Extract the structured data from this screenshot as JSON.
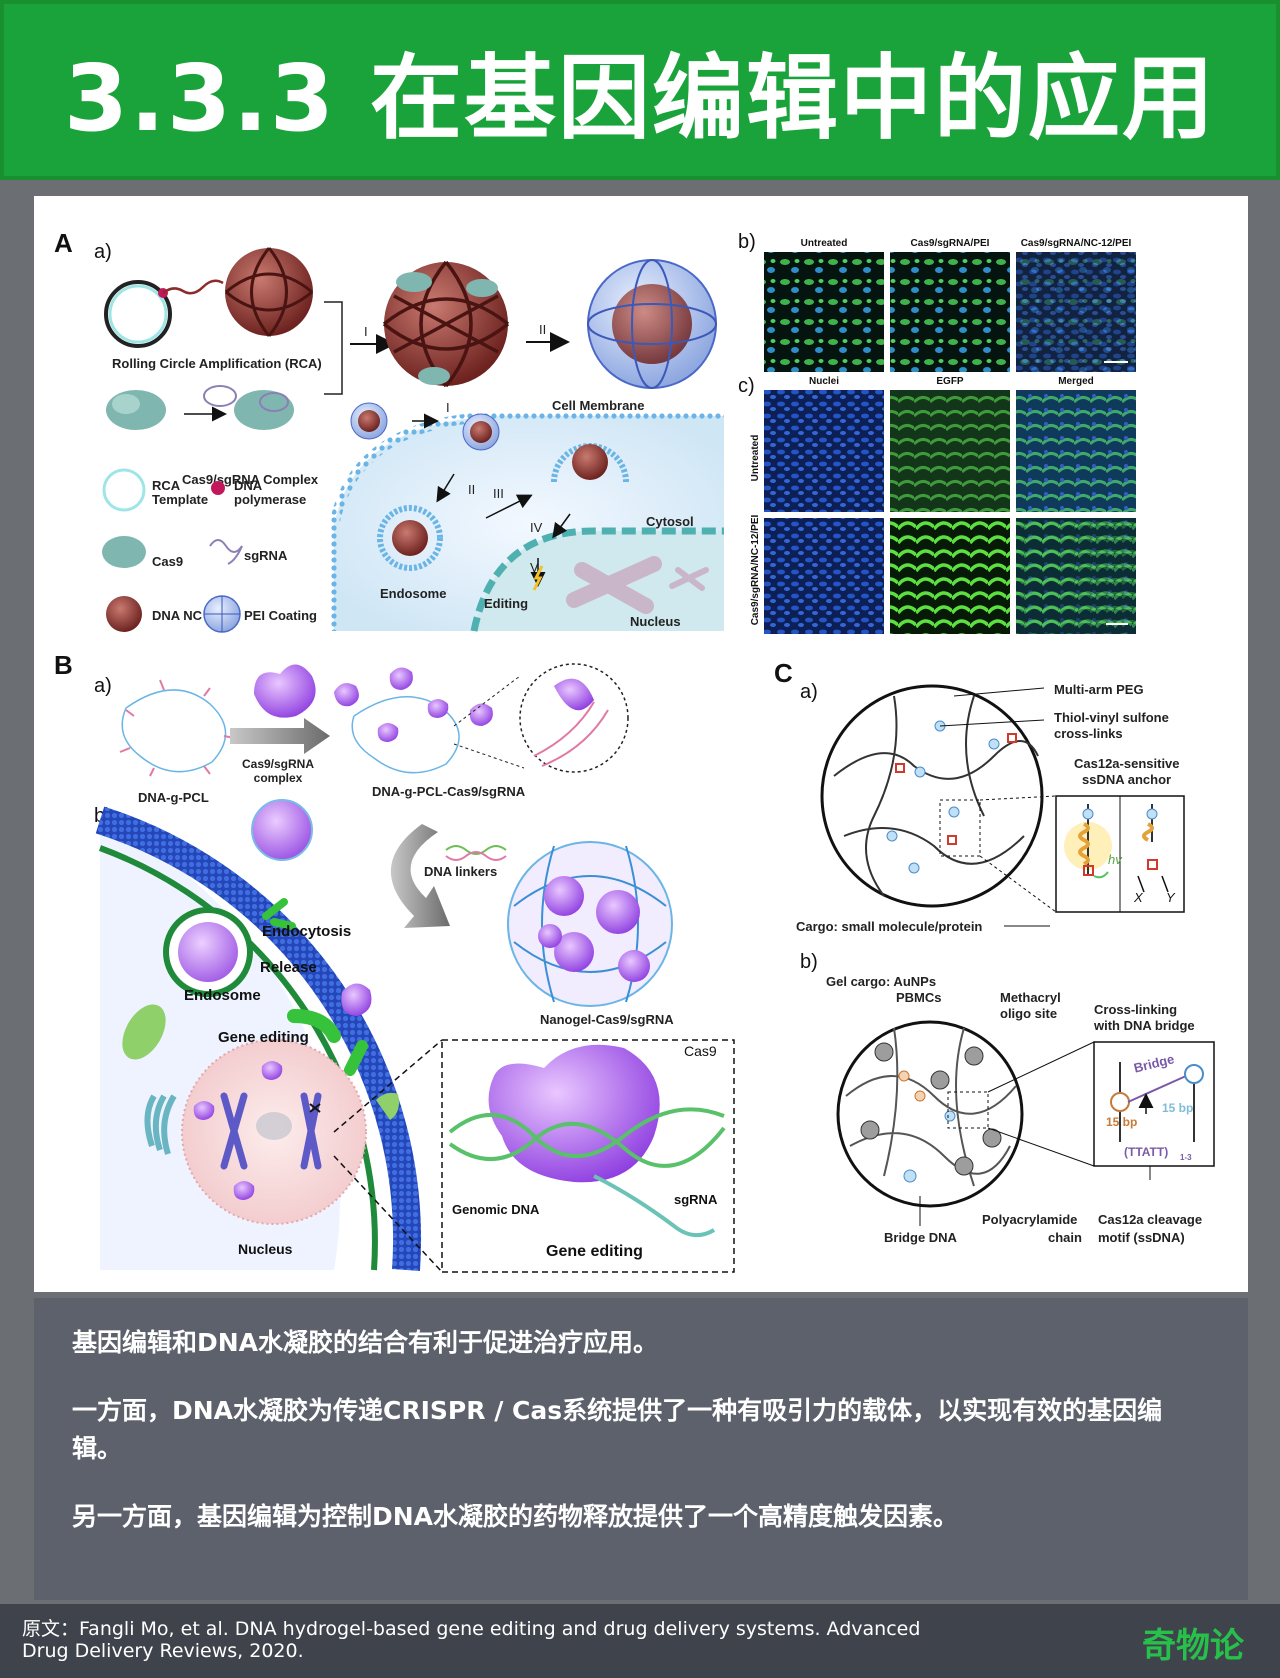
{
  "header": {
    "title": "3.3.3 在基因编辑中的应用"
  },
  "figure": {
    "panel_A": {
      "letter": "A",
      "sub_a": "a)",
      "sub_b": "b)",
      "sub_c": "c)",
      "rca_label": "Rolling Circle Amplification (RCA)",
      "step_I": "I",
      "step_II": "II",
      "step_III": "III",
      "step_IV": "IV",
      "step_V": "V",
      "complex_label": "Cas9/sgRNA Complex",
      "cell_membrane": "Cell Membrane",
      "cytosol": "Cytosol",
      "endosome": "Endosome",
      "editing": "Editing",
      "nucleus": "Nucleus",
      "legend_rca": "RCA",
      "legend_template": "Template",
      "legend_dna": "DNA",
      "legend_polymerase": "polymerase",
      "legend_cas9": "Cas9",
      "legend_sgrna": "sgRNA",
      "legend_dnanc": "DNA NC",
      "legend_pei": "PEI Coating",
      "b_cols": [
        "Untreated",
        "Cas9/sgRNA/PEI",
        "Cas9/sgRNA/NC-12/PEI"
      ],
      "c_cols": [
        "Nuclei",
        "EGFP",
        "Merged"
      ],
      "c_rows": [
        "Untreated",
        "Cas9/sgRNA/NC-12/PEI"
      ]
    },
    "panel_B": {
      "letter": "B",
      "sub_a": "a)",
      "sub_b": "b)",
      "dna_g_pcl": "DNA-g-PCL",
      "complex_line1": "Cas9/sgRNA",
      "complex_line2": "complex",
      "product": "DNA-g-PCL-Cas9/sgRNA",
      "dna_linkers": "DNA linkers",
      "nanogel": "Nanogel-Cas9/sgRNA",
      "endocytosis": "Endocytosis",
      "release": "Release",
      "endosome": "Endosome",
      "gene_editing_cell": "Gene editing",
      "nucleus": "Nucleus",
      "cas9": "Cas9",
      "genomic_dna": "Genomic DNA",
      "sgrna": "sgRNA",
      "gene_editing": "Gene editing"
    },
    "panel_C": {
      "letter": "C",
      "sub_a": "a)",
      "sub_b": "b)",
      "multi_arm_peg": "Multi-arm PEG",
      "thiol_line1": "Thiol-vinyl sulfone",
      "thiol_line2": "cross-links",
      "cas12a_line1": "Cas12a-sensitive",
      "cas12a_line2": "ssDNA anchor",
      "hv": "hv",
      "x": "X",
      "y": "Y",
      "cargo": "Cargo: small molecule/protein",
      "gel_cargo": "Gel cargo: AuNPs",
      "pbmcs": "PBMCs",
      "methacryl_line1": "Methacryl",
      "methacryl_line2": "oligo site",
      "crosslink_line1": "Cross-linking",
      "crosslink_line2": "with DNA bridge",
      "bridge": "Bridge",
      "bp15_left": "15 bp",
      "bp15_right": "15 bp",
      "ttatt": "(TTATT)",
      "ttatt_sub": "1-3",
      "bridge_dna": "Bridge DNA",
      "polyacrylamide_line1": "Polyacrylamide",
      "polyacrylamide_line2": "chain",
      "cleavage_line1": "Cas12a cleavage",
      "cleavage_line2": "motif (ssDNA)"
    }
  },
  "caption": {
    "line1": "基因编辑和DNA水凝胶的结合有利于促进治疗应用。",
    "line2": "一方面，DNA水凝胶为传递CRISPR / Cas系统提供了一种有吸引力的载体，以实现有效的基因编辑。",
    "line3": "另一方面，基因编辑为控制DNA水凝胶的药物释放提供了一个高精度触发因素。"
  },
  "footer": {
    "source": "原文：Fangli Mo, et al. DNA hydrogel-based gene editing and drug delivery systems. Advanced Drug Delivery Reviews, 2020.",
    "brand": "奇物论"
  },
  "colors": {
    "header_green": "#1aa33a",
    "caption_bg": "#5c616b",
    "footer_bg": "#3f434b",
    "brand_green": "#27c04a"
  }
}
